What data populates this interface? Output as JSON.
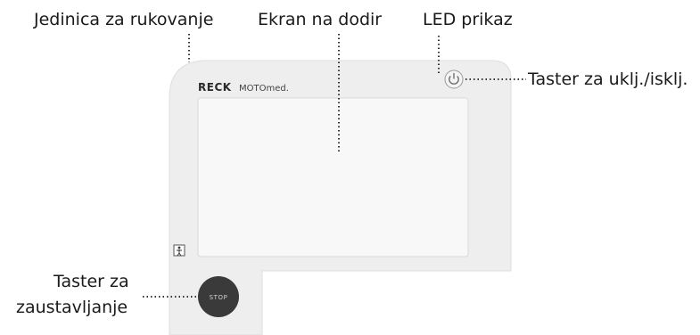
{
  "labels": {
    "handling_unit": "Jedinica za rukovanje",
    "touch_screen": "Ekran na dodir",
    "led_display": "LED prikaz",
    "power_button": "Taster za uklj./isklj.",
    "stop_button_line1": "Taster za",
    "stop_button_line2": "zaustavljanje"
  },
  "device": {
    "brand": "RECK",
    "product": "MOTOmed.",
    "stop_text": "STOP"
  },
  "colors": {
    "panel_outer": "#eeeeee",
    "panel_border": "#dcdcdc",
    "screen": "#f7f7f7",
    "stop_button": "#3a3a3a",
    "text": "#1a1a1a"
  }
}
